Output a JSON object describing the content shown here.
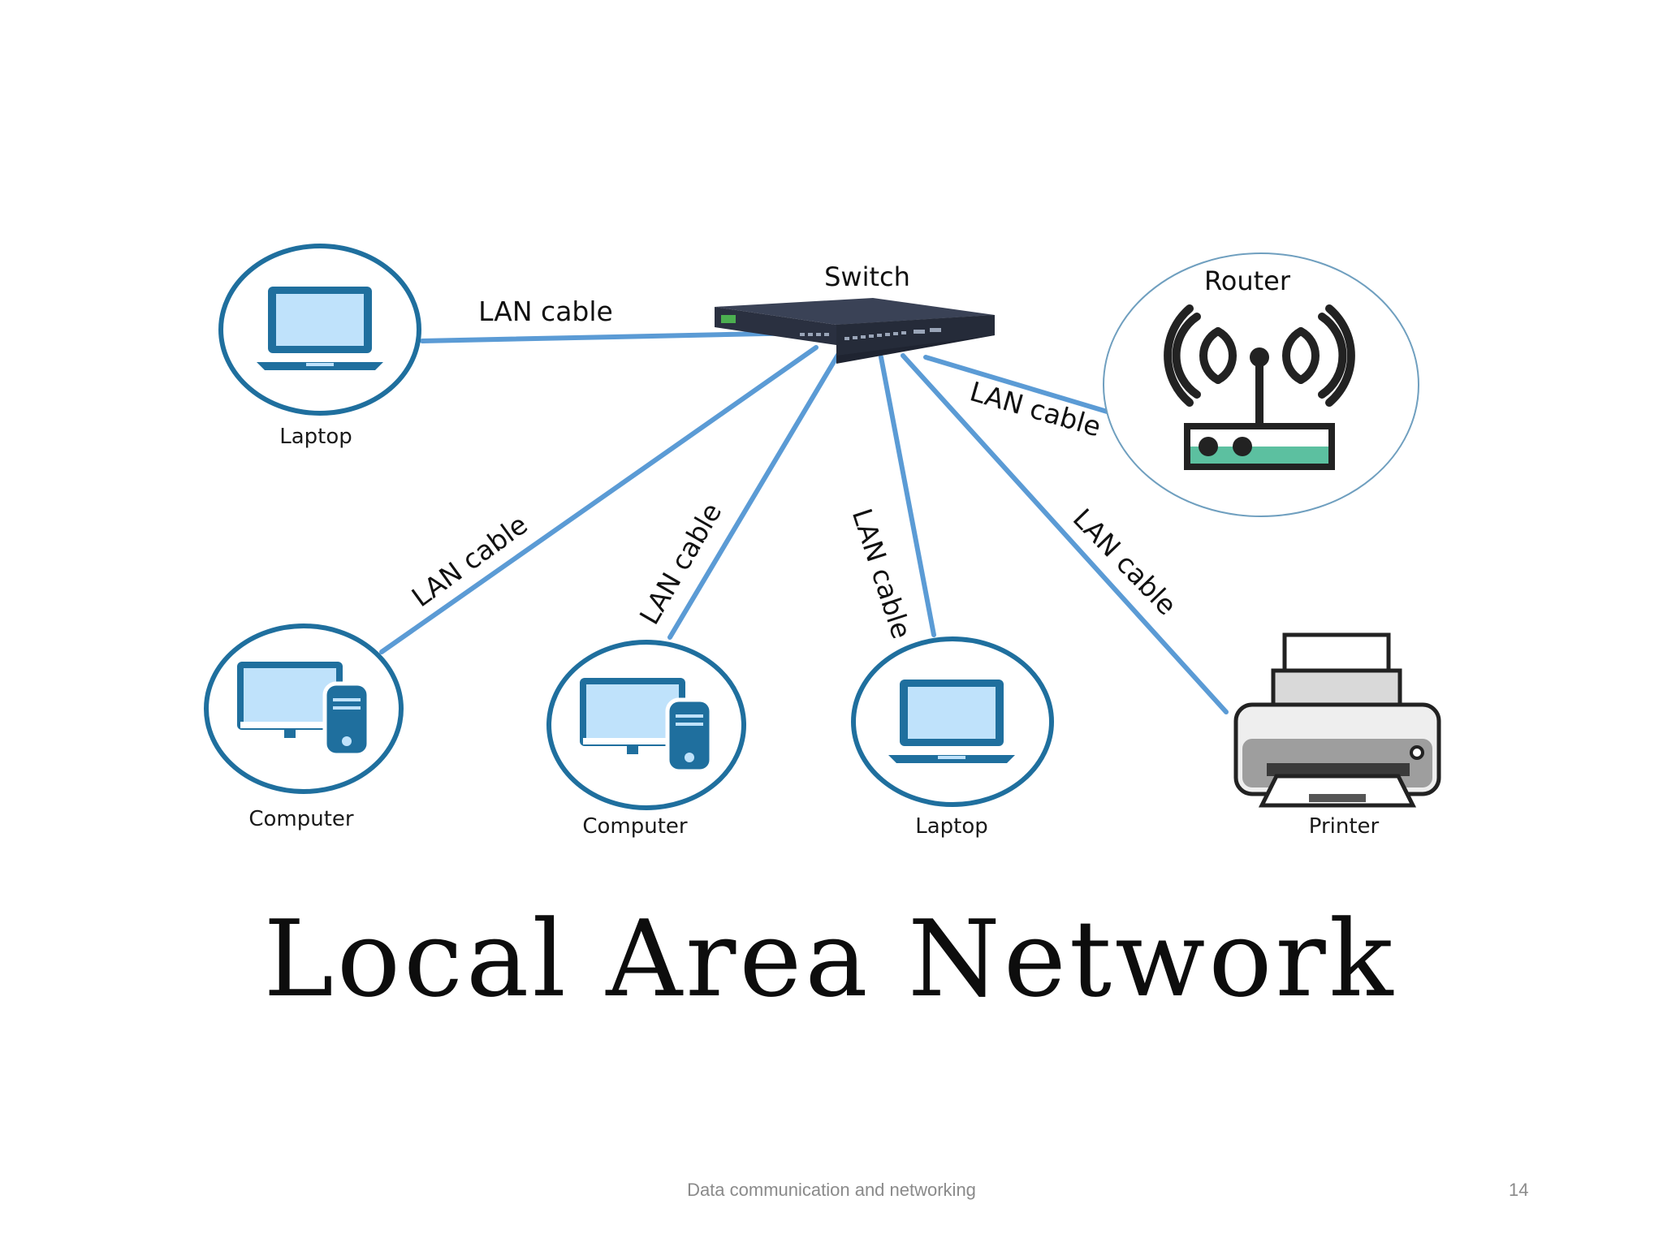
{
  "diagram": {
    "switch_label": "Switch",
    "router_label": "Router",
    "title": "Local Area Network",
    "nodes": {
      "laptop_top": "Laptop",
      "computer_1": "Computer",
      "computer_2": "Computer",
      "laptop_2": "Laptop",
      "printer": "Printer"
    },
    "cables": [
      "LAN cable",
      "LAN cable",
      "LAN cable",
      "LAN cable",
      "LAN cable",
      "LAN cable"
    ],
    "colors": {
      "cable": "#5b9bd5",
      "ring": "#1f6f9e",
      "screen": "#bfe2fb",
      "router_light": "#5cc0a0"
    },
    "icons": {
      "laptop": "laptop-icon",
      "computer": "desktop-computer-icon",
      "router": "wifi-router-icon",
      "printer": "printer-icon",
      "switch": "network-switch-icon"
    }
  },
  "footer": {
    "course": "Data communication and networking",
    "page_number": "14"
  }
}
